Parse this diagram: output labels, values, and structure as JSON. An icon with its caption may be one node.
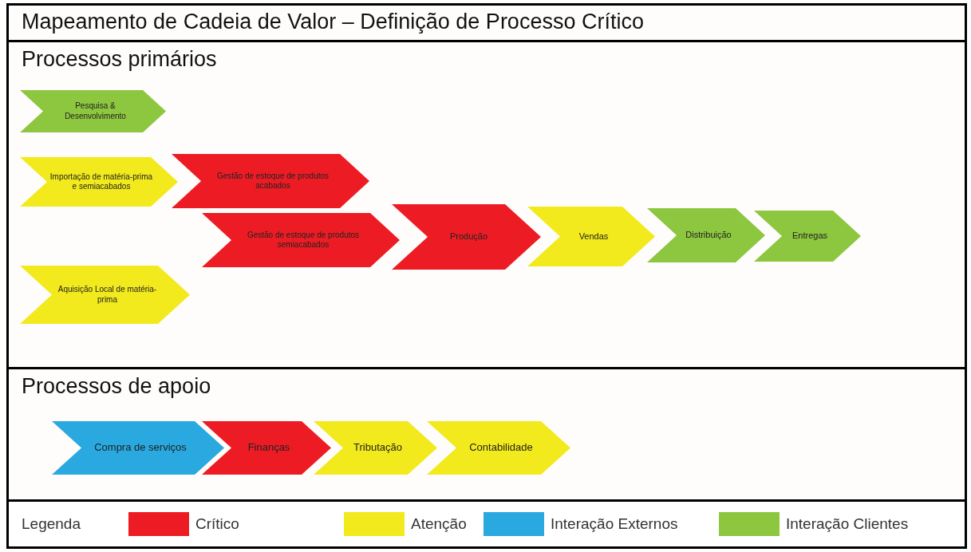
{
  "diagram": {
    "title": "Mapeamento de Cadeia de Valor – Definição de Processo Crítico",
    "nodes": [
      {
        "text": [
          "Processos primários"
        ]
      },
      {
        "text": [
          "Pesquisa & Desenvolvimento"
        ],
        "in": 0
      },
      {
        "text": [
          "Importação de matéria-prima e semiacabados"
        ],
        "in": 0
      },
      {
        "text": [
          "Gestão de estoque de produtos acabados"
        ],
        "in": 0
      },
      {
        "text": [
          "Gestão de estoque de produtos semiacabados"
        ],
        "in": 0
      },
      {
        "text": [
          "Produção"
        ],
        "in": 0
      },
      {
        "text": [
          "Vendas"
        ],
        "in": 0
      },
      {
        "text": [
          "Distribuição"
        ],
        "in": 0
      },
      {
        "text": [
          "Entregas"
        ],
        "in": 0
      },
      {
        "text": [
          "Aquisição Local de matéria-prima"
        ],
        "in": 0
      },
      {
        "text": [
          "Processos de apoio"
        ]
      },
      {
        "text": [
          "Compra de serviços"
        ],
        "in": 10
      },
      {
        "text": [
          "Finanças"
        ],
        "in": 10
      },
      {
        "text": [
          "Tributação"
        ],
        "in": 10
      },
      {
        "text": [
          "Contabilidade"
        ],
        "in": 10
      }
    ],
    "labels": [
      "Legenda"
    ],
    "legend": [
      {
        "text": "Crítico",
        "color": "#ed1c24"
      },
      {
        "text": "Atenção",
        "color": "#f2ea1c"
      },
      {
        "text": "Interação Externos",
        "color": "#29a9e0"
      },
      {
        "text": "Interação Clientes",
        "color": "#8dc63f"
      }
    ]
  }
}
